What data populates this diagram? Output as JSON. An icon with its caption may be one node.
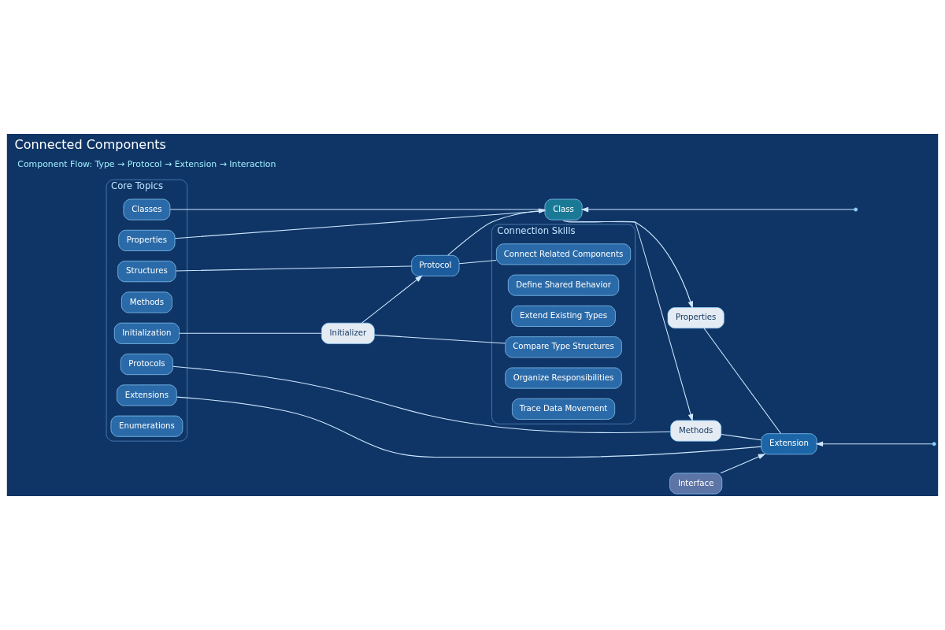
{
  "diagram": {
    "title": "Connected Components",
    "nodes": [
      {
        "text": [
          "Core Topics"
        ]
      },
      {
        "text": [
          "Structures"
        ],
        "in": 0
      },
      {
        "text": [
          "Classes"
        ],
        "in": 0
      },
      {
        "text": [
          "Properties"
        ],
        "in": 0
      },
      {
        "text": [
          "Methods"
        ],
        "in": 0
      },
      {
        "text": [
          "Initialization"
        ],
        "in": 0
      },
      {
        "text": [
          "Protocols"
        ],
        "in": 0
      },
      {
        "text": [
          "Extensions"
        ],
        "in": 0
      },
      {
        "text": [
          "Enumerations"
        ],
        "in": 0
      },
      {
        "text": [
          "Connection Skills"
        ]
      },
      {
        "text": [
          "Compare Type Structures"
        ],
        "in": 9
      },
      {
        "text": [
          "Define Shared Behavior"
        ],
        "in": 9
      },
      {
        "text": [
          "Extend Existing Types"
        ],
        "in": 9
      },
      {
        "text": [
          "Connect Related Components"
        ],
        "in": 9
      },
      {
        "text": [
          "Organize Responsibilities"
        ],
        "in": 9
      },
      {
        "text": [
          "Trace Data Movement"
        ],
        "in": 9
      },
      {
        "text": [
          "Initializer"
        ]
      },
      {
        "text": [
          "Protocol"
        ]
      },
      {
        "text": [
          "Class"
        ]
      },
      {
        "text": [
          "Properties"
        ]
      },
      {
        "text": [
          "Methods"
        ]
      },
      {
        "text": [
          "Extension"
        ]
      },
      {
        "text": [
          "Interface"
        ]
      }
    ],
    "edges": [
      {
        "from": 16,
        "to": 17,
        "arrow": "to"
      },
      {
        "from": 17,
        "to": 18,
        "arrow": "to"
      },
      {
        "from": 18,
        "to": 19,
        "arrow": "to"
      },
      {
        "from": 18,
        "to": 20,
        "arrow": "to"
      },
      {
        "from": 19,
        "to": 21,
        "arrow": "none"
      },
      {
        "from": 20,
        "to": 21,
        "arrow": "none"
      },
      {
        "from": 22,
        "to": 21,
        "arrow": "to"
      },
      {
        "from": null,
        "to": 18,
        "arrow": "to"
      },
      {
        "from": null,
        "to": 21,
        "arrow": "to"
      },
      {
        "from": 1,
        "to": 17,
        "arrow": "none"
      },
      {
        "from": 2,
        "to": 18,
        "arrow": "none"
      },
      {
        "from": 3,
        "to": 18,
        "arrow": "none"
      },
      {
        "from": 5,
        "to": 16,
        "arrow": "none"
      },
      {
        "from": 6,
        "to": 20,
        "arrow": "none"
      },
      {
        "from": 7,
        "to": 21,
        "arrow": "none"
      },
      {
        "from": 16,
        "to": 10,
        "arrow": "none"
      },
      {
        "from": 17,
        "to": 13,
        "arrow": "none"
      }
    ],
    "labels": [
      "Component Flow: Type → Protocol → Extension → Interaction"
    ]
  }
}
